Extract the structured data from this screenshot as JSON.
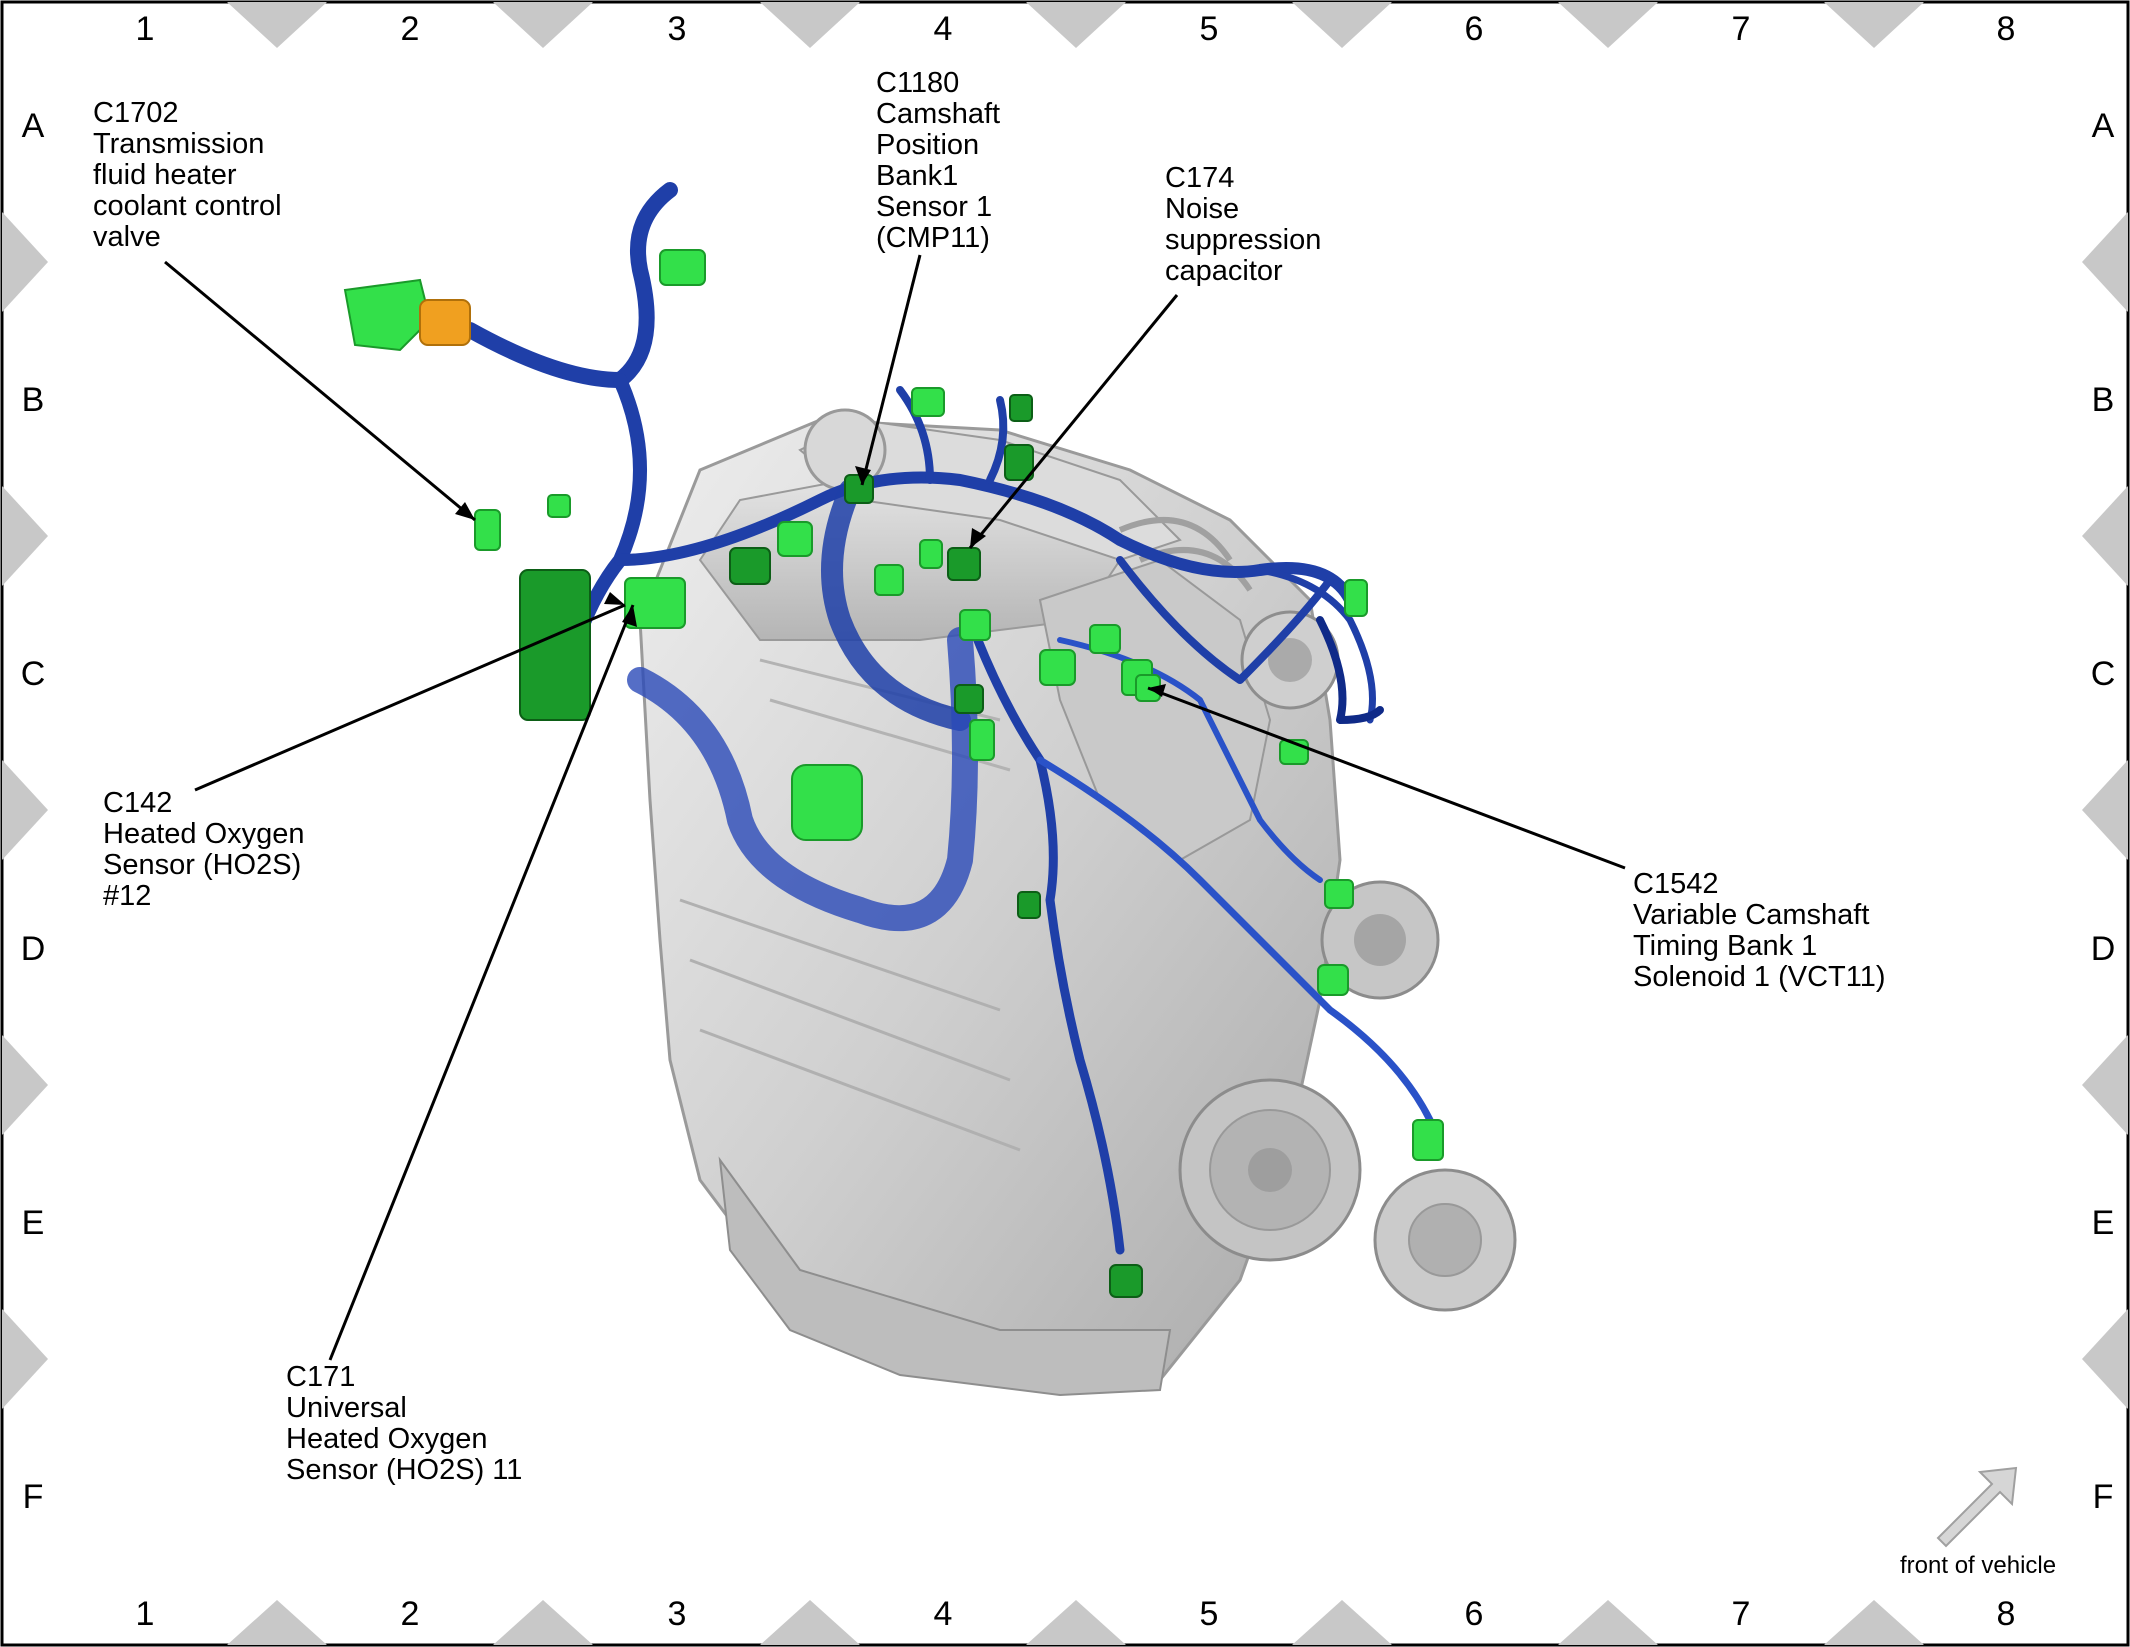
{
  "grid": {
    "columns": [
      "1",
      "2",
      "3",
      "4",
      "5",
      "6",
      "7",
      "8"
    ],
    "rows": [
      "A",
      "B",
      "C",
      "D",
      "E",
      "F"
    ]
  },
  "callouts": [
    {
      "id": "c1702",
      "lines": [
        "C1702",
        "Transmission",
        "fluid heater",
        "coolant control",
        "valve"
      ]
    },
    {
      "id": "c1180",
      "lines": [
        "C1180",
        "Camshaft",
        "Position",
        "Bank1",
        "Sensor 1",
        "(CMP11)"
      ]
    },
    {
      "id": "c174",
      "lines": [
        "C174",
        "Noise",
        "suppression",
        "capacitor"
      ]
    },
    {
      "id": "c142",
      "lines": [
        "C142",
        "Heated Oxygen",
        "Sensor (HO2S)",
        "#12"
      ]
    },
    {
      "id": "c1542",
      "lines": [
        "C1542",
        "Variable Camshaft",
        "Timing Bank 1",
        "Solenoid 1 (VCT11)"
      ]
    },
    {
      "id": "c171",
      "lines": [
        "C171",
        "Universal",
        "Heated Oxygen",
        "Sensor (HO2S) 11"
      ]
    }
  ],
  "front_indicator": {
    "label": "front of vehicle",
    "icon": "arrow-up-right-icon"
  },
  "colors": {
    "frame": "#000000",
    "grid_marker": "#c8c8c8",
    "engine": "#d4d4d4",
    "harness": "#1f3fa8",
    "connector": "#33e04a",
    "connector_dark": "#1a9a2a",
    "orange_connector": "#f0a020"
  }
}
